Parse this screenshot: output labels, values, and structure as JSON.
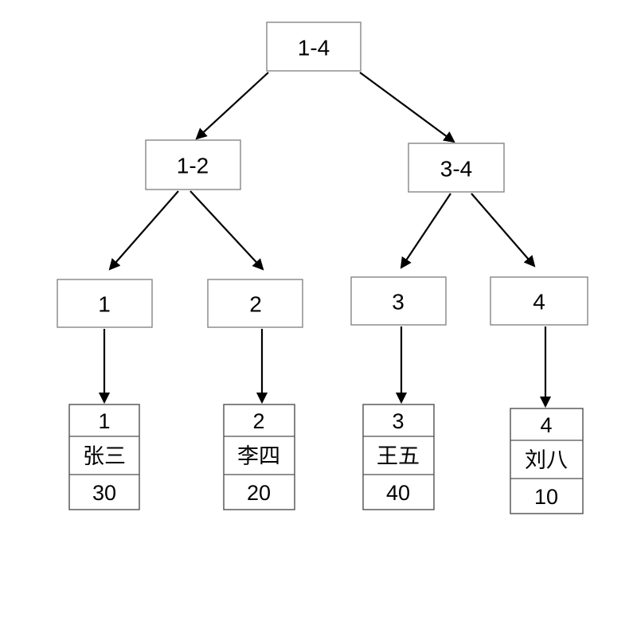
{
  "tree": {
    "root": {
      "label": "1-4"
    },
    "internal": [
      {
        "label": "1-2"
      },
      {
        "label": "3-4"
      }
    ],
    "leaves": [
      {
        "label": "1"
      },
      {
        "label": "2"
      },
      {
        "label": "3"
      },
      {
        "label": "4"
      }
    ]
  },
  "records": [
    {
      "id": "1",
      "name": "张三",
      "value": "30"
    },
    {
      "id": "2",
      "name": "李四",
      "value": "20"
    },
    {
      "id": "3",
      "name": "王五",
      "value": "40"
    },
    {
      "id": "4",
      "name": "刘八",
      "value": "10"
    }
  ],
  "colors": {
    "background": "#ffffff",
    "edge": "#000000",
    "node_border": "#858585",
    "record_border": "#4f4f4f",
    "text": "#000000"
  }
}
